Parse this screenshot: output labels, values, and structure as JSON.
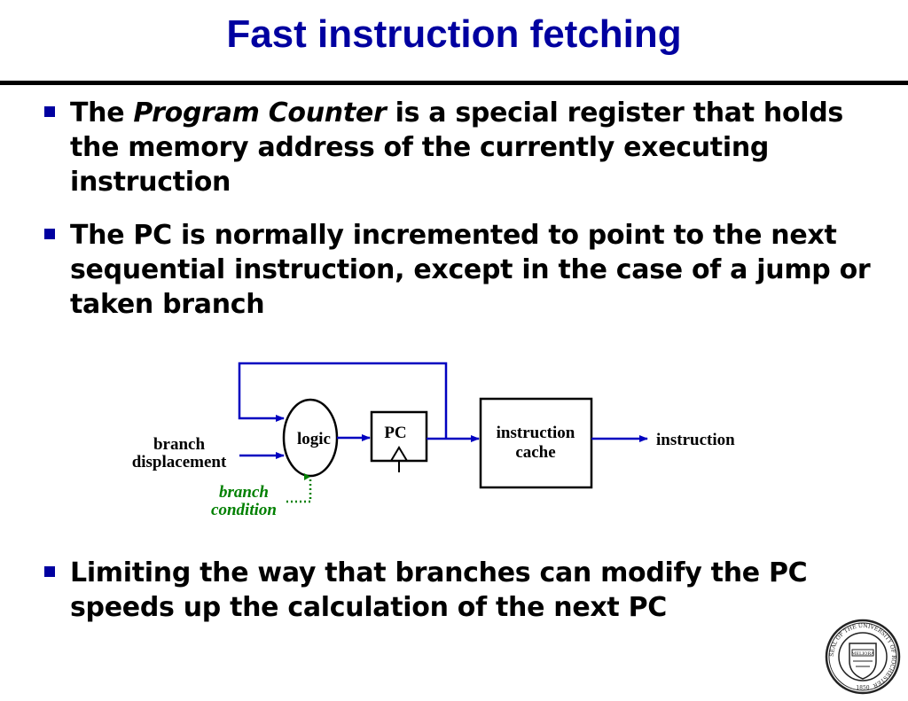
{
  "title": "Fast instruction fetching",
  "bullets": [
    {
      "before": "The ",
      "emph": "Program Counter",
      "after": "  is a special register that holds the memory address of the currently executing instruction"
    },
    {
      "text": "The PC is normally incremented to point to the next sequential instruction, except in the case of a jump or taken branch"
    },
    {
      "text": "Limiting the way that branches can modify the PC speeds up the calculation of the next PC"
    }
  ],
  "diagram": {
    "logic_label": "logic",
    "pc_label": "PC",
    "cache_line1": "instruction",
    "cache_line2": "cache",
    "output_label": "instruction",
    "branch_disp_line1": "branch",
    "branch_disp_line2": "displacement",
    "branch_cond_line1": "branch",
    "branch_cond_line2": "condition"
  },
  "seal": {
    "motto": "MELIORA",
    "ring_text": "SEAL OF THE UNIVERSITY OF ROCHESTER",
    "year": "1850"
  },
  "colors": {
    "title": "#0000a0",
    "bullet": "#0000a0",
    "wire": "#0000c0",
    "condition": "#008000"
  }
}
